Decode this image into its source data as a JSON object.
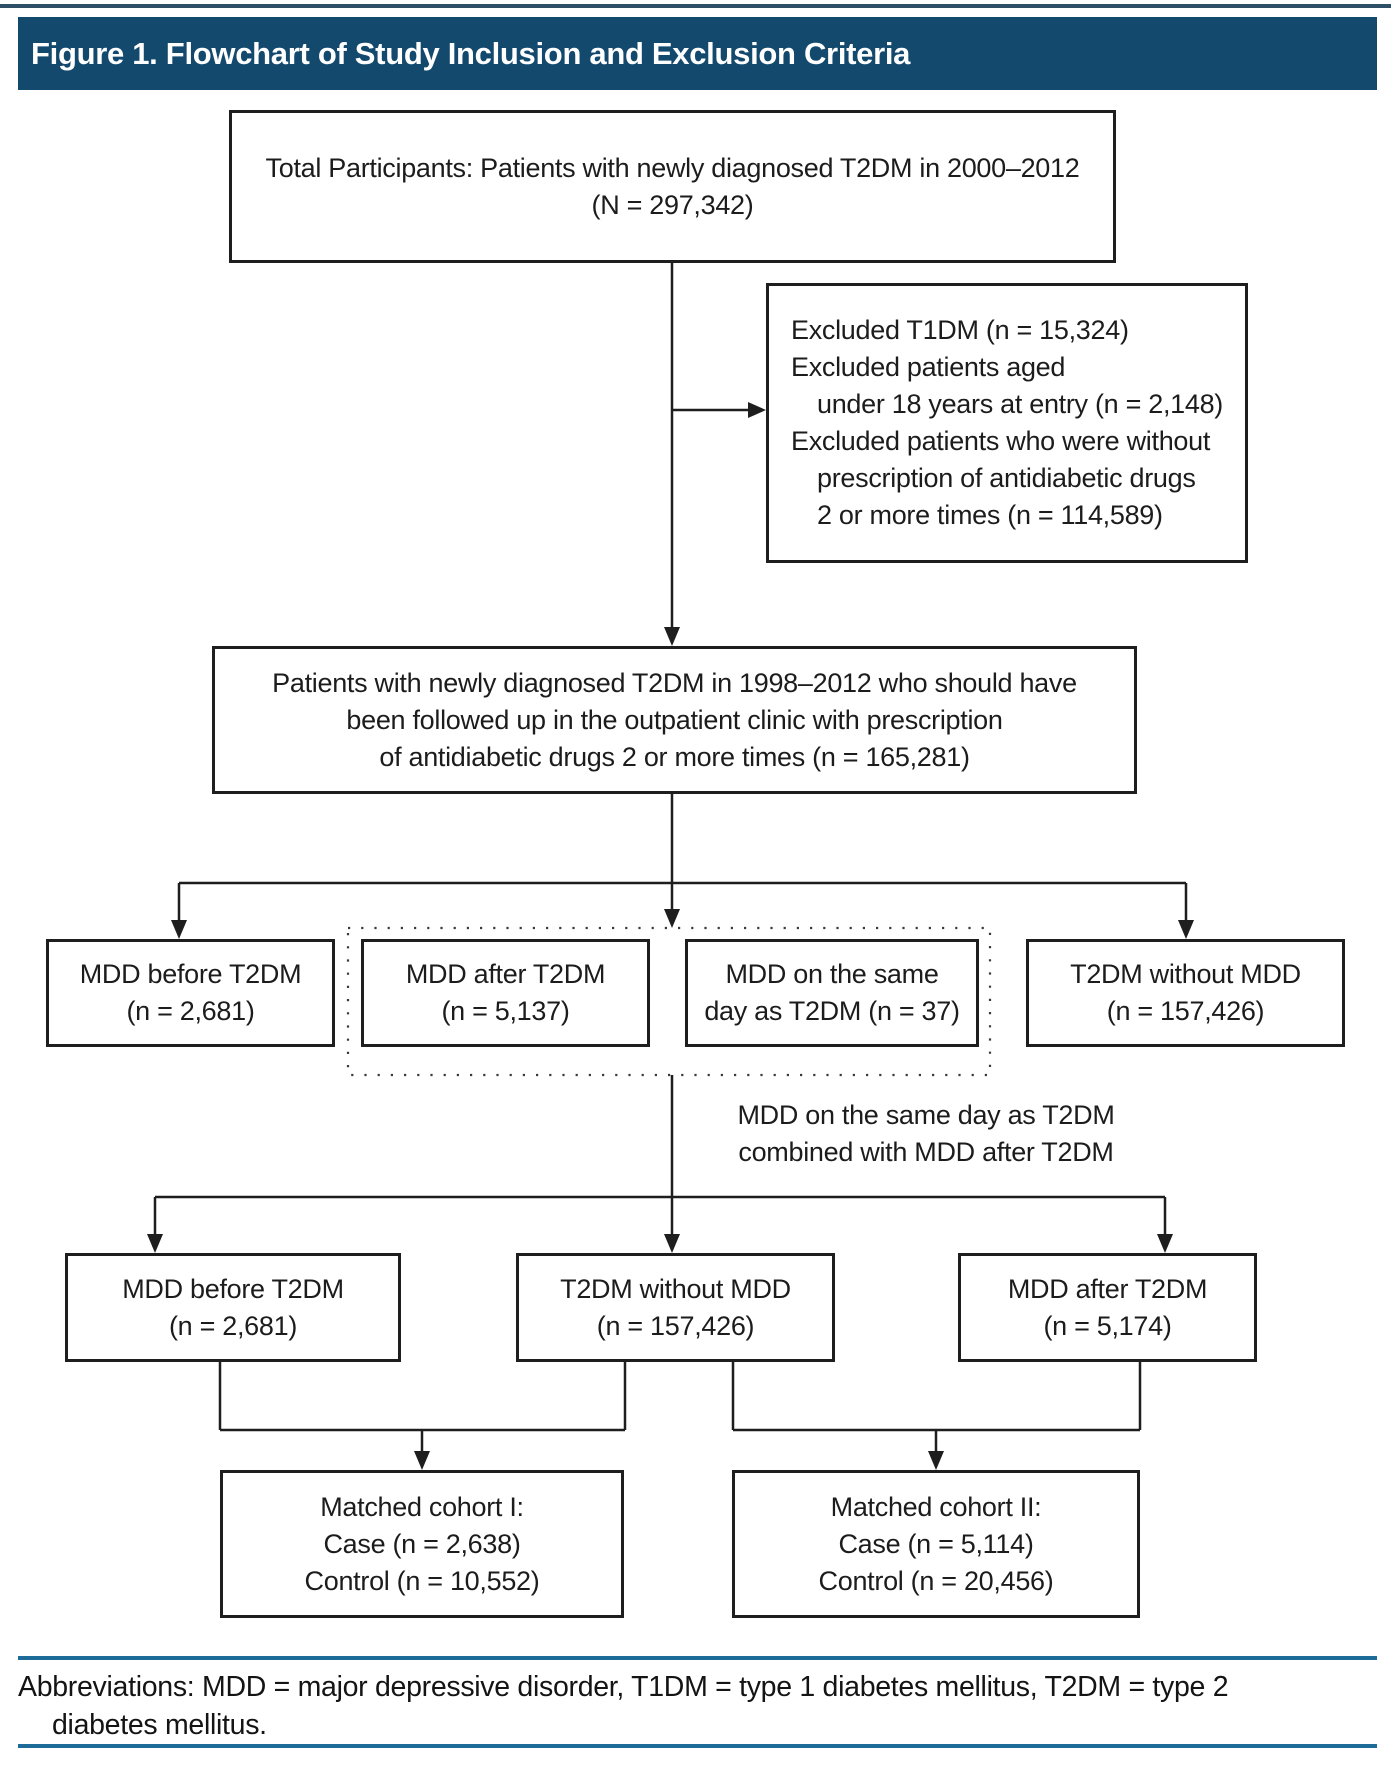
{
  "title": "Figure 1. Flowchart of Study Inclusion and Exclusion Criteria",
  "colors": {
    "header_bg": "#14496E",
    "rule_blue": "#1D6B99",
    "rule_top": "#2E5066",
    "line_color": "#1E1E1E"
  },
  "flowchart": {
    "total": {
      "lines": [
        "Total Participants: Patients with newly diagnosed T2DM in 2000–2012",
        "(N = 297,342)"
      ]
    },
    "excluded": {
      "lines": [
        "Excluded T1DM (n = 15,324)",
        "Excluded patients aged",
        "under 18 years at entry (n = 2,148)",
        "Excluded patients who were without",
        "prescription of antidiabetic drugs",
        "2 or more times (n = 114,589)"
      ]
    },
    "followed": {
      "lines": [
        "Patients with newly diagnosed T2DM in 1998–2012 who should have",
        "been followed up in the outpatient clinic with prescription",
        "of antidiabetic drugs 2 or more times (n = 165,281)"
      ]
    },
    "split1": [
      {
        "lines": [
          "MDD before T2DM",
          "(n = 2,681)"
        ]
      },
      {
        "lines": [
          "MDD after T2DM",
          "(n = 5,137)"
        ]
      },
      {
        "lines": [
          "MDD on the same",
          "day as T2DM (n = 37)"
        ]
      },
      {
        "lines": [
          "T2DM without MDD",
          "(n = 157,426)"
        ]
      }
    ],
    "combine_label": {
      "lines": [
        "MDD on the same day as T2DM",
        "combined with MDD after T2DM"
      ]
    },
    "split2": [
      {
        "lines": [
          "MDD before T2DM",
          "(n = 2,681)"
        ]
      },
      {
        "lines": [
          "T2DM without MDD",
          "(n = 157,426)"
        ]
      },
      {
        "lines": [
          "MDD after T2DM",
          "(n = 5,174)"
        ]
      }
    ],
    "cohorts": [
      {
        "lines": [
          "Matched cohort I:",
          "Case (n = 2,638)",
          "Control (n = 10,552)"
        ]
      },
      {
        "lines": [
          "Matched cohort II:",
          "Case (n = 5,114)",
          "Control (n = 20,456)"
        ]
      }
    ]
  },
  "footer": {
    "lines": [
      "Abbreviations: MDD = major depressive disorder, T1DM = type 1 diabetes mellitus, T2DM = type 2",
      "diabetes mellitus."
    ]
  }
}
